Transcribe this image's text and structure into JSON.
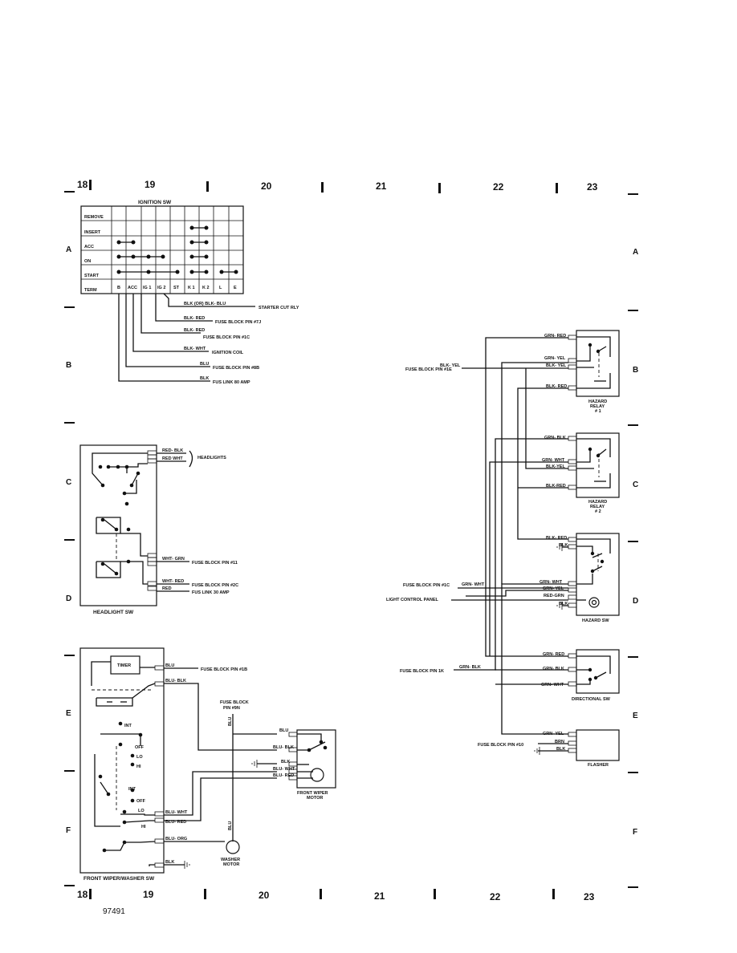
{
  "columns_top": [
    "18",
    "19",
    "20",
    "21",
    "22",
    "23"
  ],
  "columns_bottom": [
    "18",
    "19",
    "20",
    "21",
    "22",
    "23"
  ],
  "rows_left": [
    "A",
    "B",
    "C",
    "D",
    "E",
    "F"
  ],
  "rows_right": [
    "A",
    "B",
    "C",
    "D",
    "E",
    "F"
  ],
  "figure_number": "97491",
  "ignition_switch": {
    "title": "IGNITION SW",
    "row_labels": [
      "REMOVE",
      "INSERT",
      "ACC",
      "ON",
      "START",
      "TERM"
    ],
    "terminals": [
      "B",
      "ACC",
      "IG 1",
      "IG 2",
      "ST",
      "K 1",
      "K 2",
      "L",
      "E"
    ],
    "wires": [
      {
        "color": "BLK  (OR)  BLK- BLU",
        "dest": "STARTER CUT RLY"
      },
      {
        "color": "BLK- RED",
        "dest": "FUSE BLOCK PIN #7J"
      },
      {
        "color": "BLK- RED",
        "dest": "FUSE BLOCK PIN #1C"
      },
      {
        "color": "BLK- WHT",
        "dest": "IGNITION COIL"
      },
      {
        "color": "BLU",
        "dest": "FUSE BLOCK PIN #8B"
      },
      {
        "color": "BLK",
        "dest": "FUS LINK 80 AMP"
      }
    ]
  },
  "headlight_switch": {
    "title": "HEADLIGHT SW",
    "wires": [
      {
        "color": "RED- BLK",
        "dest": ""
      },
      {
        "color": "RED  WHT",
        "dest": "HEADLIGHTS"
      },
      {
        "color": "WHT- GRN",
        "dest": "FUSE BLOCK PIN #11"
      },
      {
        "color": "WHT- RED",
        "dest": "FUSE BLOCK PIN #2C"
      },
      {
        "color": "RED",
        "dest": "FUS LINK 30 AMP"
      }
    ]
  },
  "wiper_switch": {
    "title": "FRONT WIPER/WASHER SW",
    "timer_label": "TIMER",
    "positions_upper": [
      "INT",
      "OFF",
      "LO",
      "HI"
    ],
    "positions_lower": [
      "INT",
      "OFF",
      "LO",
      "HI"
    ],
    "wires": [
      {
        "color": "BLU",
        "dest": "FUSE BLOCK PIN #1B"
      },
      {
        "color": "BLU- BLK",
        "dest": ""
      },
      {
        "color": "BLU- WHT",
        "dest": ""
      },
      {
        "color": "BLU- RED",
        "dest": ""
      },
      {
        "color": "BLU- ORG",
        "dest": ""
      },
      {
        "color": "BLK",
        "dest": ""
      }
    ],
    "fuse_label_line1": "FUSE BLOCK",
    "fuse_label_line2": "PIN #9N",
    "vertical_wire": "BLU"
  },
  "wiper_motor": {
    "title_line1": "FRONT WIPER",
    "title_line2": "MOTOR",
    "wires": [
      "BLU",
      "BLU- BLK",
      "BLK",
      "BLU- WHT",
      "BLU- RED"
    ]
  },
  "washer_motor": {
    "title_line1": "WASHER",
    "title_line2": "MOTOR"
  },
  "hazard_relay_1": {
    "title_line1": "HAZARD",
    "title_line2": "RELAY",
    "title_line3": "# 1",
    "wires": [
      "GRN- RED",
      "GRN- YEL",
      "BLK- YEL",
      "BLK- RED"
    ],
    "fuse_wire": "BLK- YEL",
    "fuse_label": "FUSE BLOCK PIN #1E"
  },
  "hazard_relay_2": {
    "title_line1": "HAZARD",
    "title_line2": "RELAY",
    "title_line3": "# 2",
    "wires": [
      "GRN- BLK",
      "GRN- WHT",
      "BLK-YEL",
      "BLK-RED"
    ]
  },
  "hazard_switch": {
    "title": "HAZARD SW",
    "wires": [
      "BLK- RED",
      "BLK",
      "GRN- WHT",
      "GRN- YEL",
      "RED-GRN",
      "BLK"
    ],
    "fuse_wire": "GRN- WHT",
    "fuse_label": "FUSE BLOCK PIN #1C",
    "panel_label": "LIGHT CONTROL PANEL"
  },
  "directional_switch": {
    "title": "DIRECTIONAL  SW",
    "wires": [
      "GRN- RED",
      "GRN- BLK",
      "GRN- WHT"
    ],
    "fuse_wire": "GRN- BLK",
    "fuse_label": "FUSE BLOCK PIN 1K"
  },
  "flasher": {
    "title": "FLASHER",
    "wires": [
      "GRN- YEL",
      "BRN",
      "BLK"
    ],
    "fuse_label": "FUSE BLOCK PIN #10"
  }
}
